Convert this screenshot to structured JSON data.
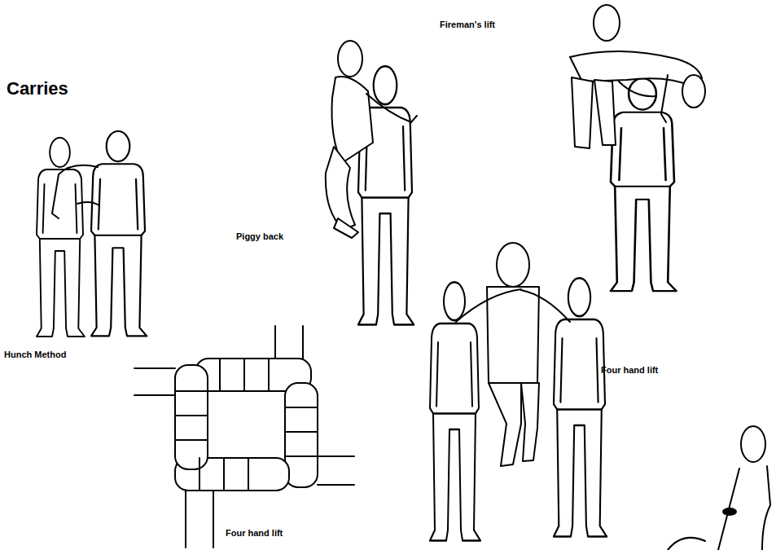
{
  "diagram": {
    "title": "Carries",
    "labels": [
      "Hunch Method",
      "Piggy back",
      "Fireman's lift",
      "Four hand lift",
      "Four hand lift"
    ]
  }
}
